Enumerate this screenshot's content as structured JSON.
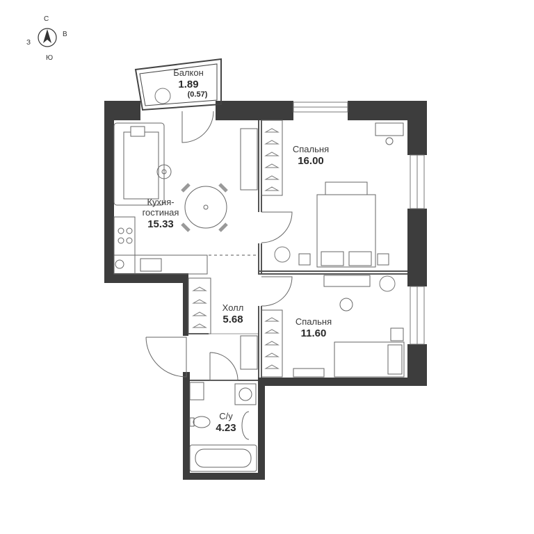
{
  "compass": {
    "north": "С",
    "east": "В",
    "south": "Ю",
    "west": "З"
  },
  "rooms": {
    "balcony": {
      "name": "Балкон",
      "area": "1.89",
      "sub": "(0.57)"
    },
    "kitchen": {
      "name": "Кухня-\nгостиная",
      "area": "15.33"
    },
    "bedroom1": {
      "name": "Спальня",
      "area": "16.00"
    },
    "bedroom2": {
      "name": "Спальня",
      "area": "11.60"
    },
    "hall": {
      "name": "Холл",
      "area": "5.68"
    },
    "bathroom": {
      "name": "С/у",
      "area": "4.23"
    }
  },
  "colors": {
    "wall": "#3d3d3d",
    "line": "#555555",
    "background": "#ffffff"
  }
}
